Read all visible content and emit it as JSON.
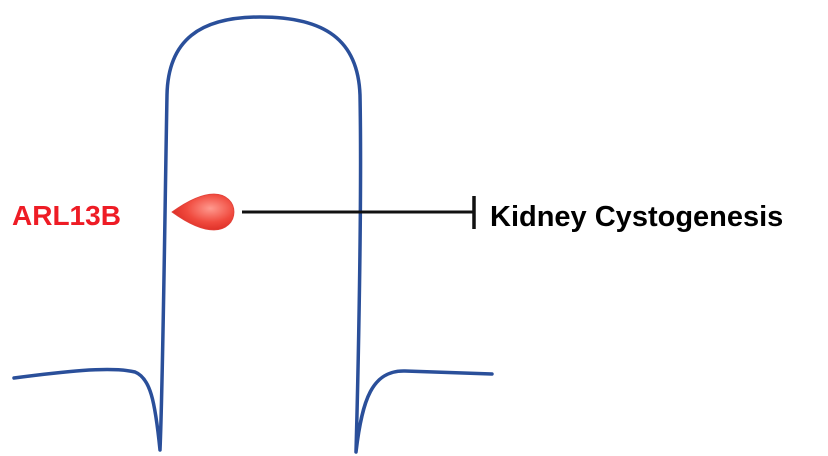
{
  "diagram": {
    "protein_label": "ARL13B",
    "target_label": "Kidney Cystogenesis",
    "interaction": "inhibits"
  },
  "colors": {
    "cilium_outline": "#2a4f9a",
    "protein_label": "#ee1c25",
    "protein_fill_light": "#ff8a80",
    "protein_fill_dark": "#e8312a",
    "inhibition_line": "#111111",
    "target_label": "#000000"
  }
}
